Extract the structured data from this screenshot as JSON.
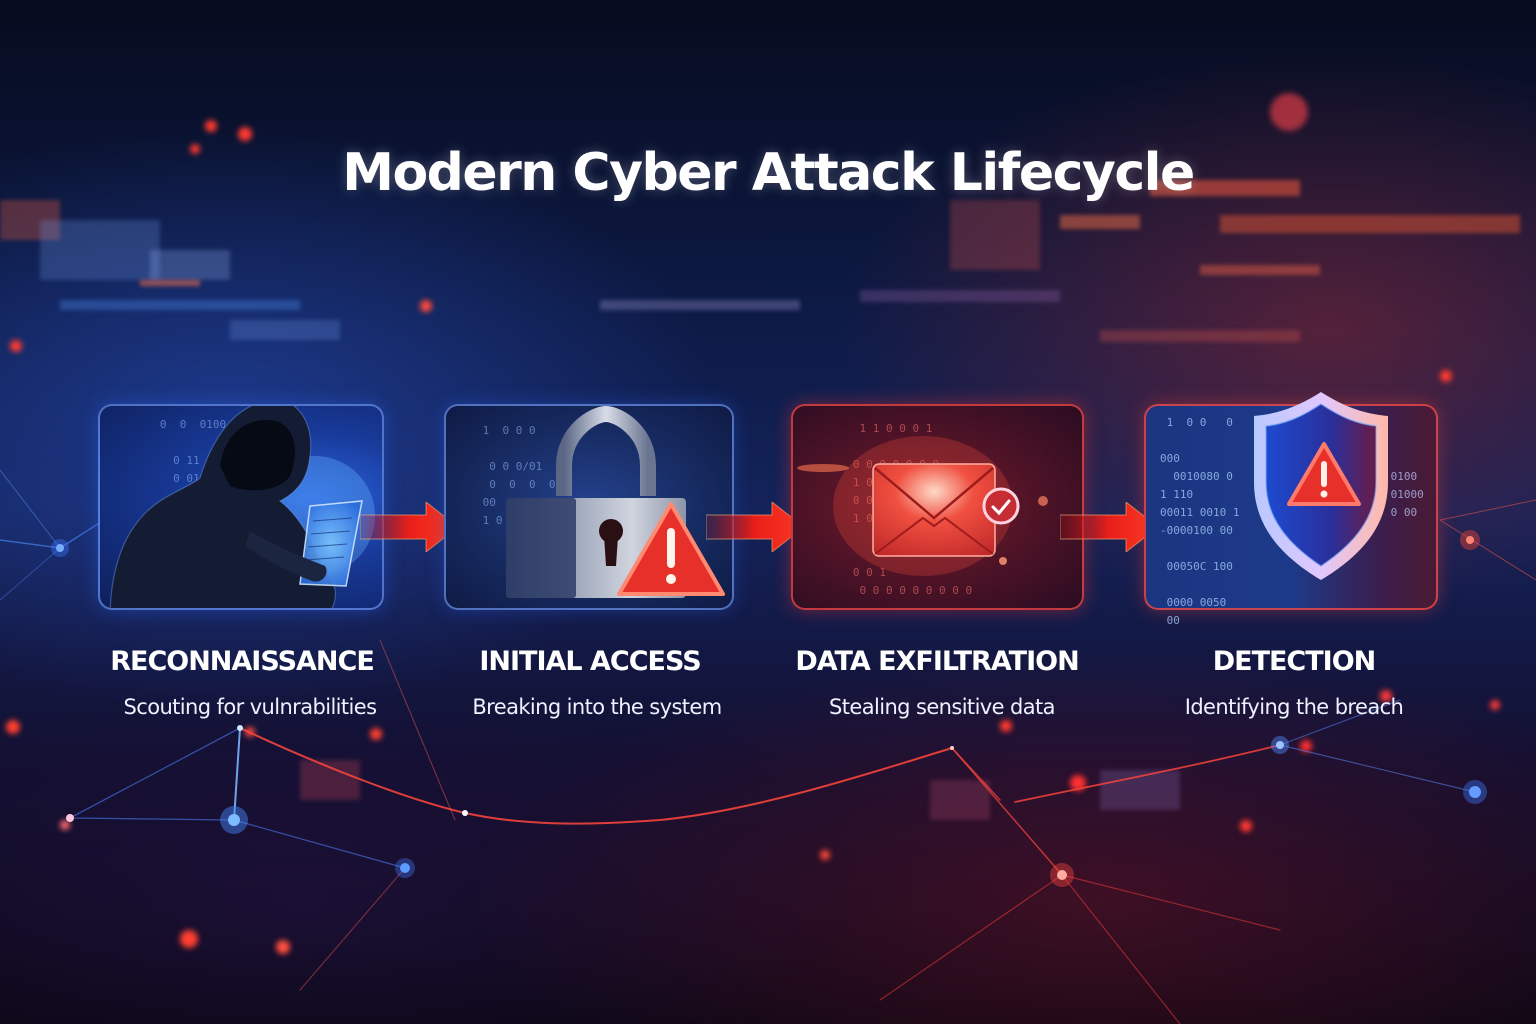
{
  "title": "Modern Cyber Attack Lifecycle",
  "stages": [
    {
      "label": "RECONNAISSANCE",
      "description": "Scouting for vulnrabilities",
      "icon": "hooded-hacker-icon",
      "accent": "#2a63e0"
    },
    {
      "label": "INITIAL ACCESS",
      "description": "Breaking into the system",
      "icon": "padlock-warning-icon",
      "accent": "#2a4aa8"
    },
    {
      "label": "DATA EXFILTRATION",
      "description": "Stealing sensitive data",
      "icon": "envelope-check-icon",
      "accent": "#e0352f"
    },
    {
      "label": "DETECTION",
      "description": "Identifying the breach",
      "icon": "shield-warning-icon",
      "accent": "#e0352f"
    }
  ],
  "connectors": [
    "arrow-right",
    "arrow-right",
    "arrow-right"
  ],
  "colors": {
    "background": "#0d1a45",
    "arrow": "#ff2b1c",
    "warning": "#f23a2e",
    "blue_glow": "#2a63e0",
    "text": "#ffffff"
  },
  "card_bits": {
    "c1": "   0  0  0100\n\n     0 11 11\n     0 01 11 11\n",
    "c2": " 1  0 0 0\n\n  0 0 0/01\n  0  0  0  0\n 00  0 0/ 01.\n 1 0  0\n",
    "c3": "    1 1 0 0 0 1\n\n   0 0 0 0 0 0 0\n   1 0 0\n   0 0 0 0\n   1 0 0\n\n\n   0 0 1\n    0 0 0 0 0 0 0 0 0",
    "c4_left": " 1  0 0   0\n\n000\n  0010080 0\n1 110\n00011 0010 1\n-0000100 00\n\n 00050C 100\n\n 0000 0050\n 00",
    "c4_right": "\n\n\n 0100\n 01000\n 0 00"
  }
}
